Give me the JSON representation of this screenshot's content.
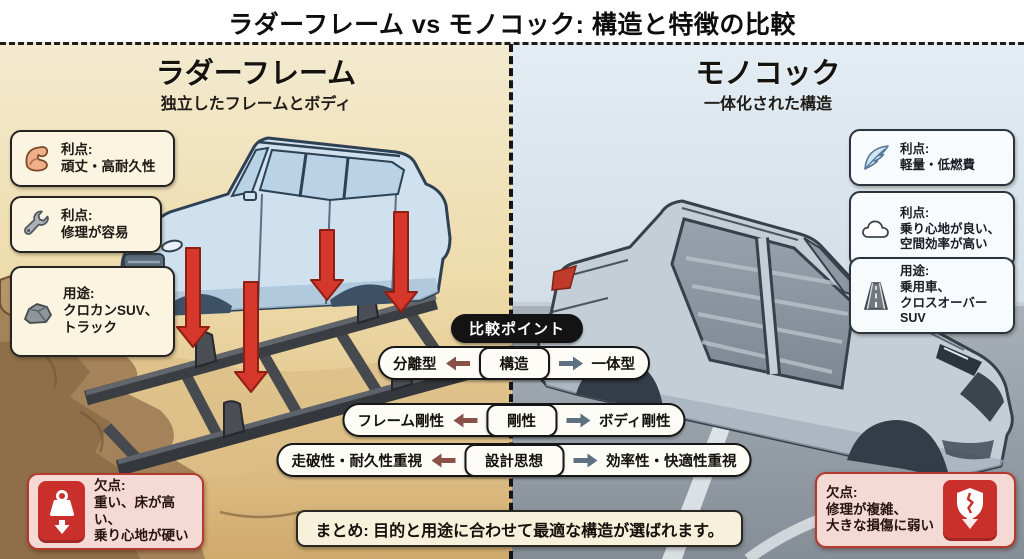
{
  "title": "ラダーフレーム vs モノコック: 構造と特徴の比較",
  "left_panel": {
    "heading": "ラダーフレーム",
    "subheading": "独立したフレームとボディ",
    "callouts": [
      {
        "icon": "muscle-icon",
        "label": "利点:",
        "text": "頑丈・高耐久性"
      },
      {
        "icon": "wrench-icon",
        "label": "利点:",
        "text": "修理が容易"
      },
      {
        "icon": "rock-icon",
        "label": "用途:",
        "text": "クロカンSUV、\nトラック"
      }
    ],
    "drawback": {
      "icon": "weight-icon",
      "label": "欠点:",
      "text": "重い、床が高い、\n乗り心地が硬い"
    }
  },
  "right_panel": {
    "heading": "モノコック",
    "subheading": "一体化された構造",
    "callouts": [
      {
        "icon": "feather-icon",
        "label": "利点:",
        "text": "軽量・低燃費"
      },
      {
        "icon": "cloud-icon",
        "label": "利点:",
        "text": "乗り心地が良い、\n空間効率が高い"
      },
      {
        "icon": "road-icon",
        "label": "用途:",
        "text": "乗用車、\nクロスオーバーSUV"
      }
    ],
    "drawback": {
      "icon": "cracked-shield-icon",
      "label": "欠点:",
      "text": "修理が複雑、\n大きな損傷に弱い"
    }
  },
  "comparison": {
    "heading": "比較ポイント",
    "rows": [
      {
        "left": "分離型",
        "center": "構造",
        "right": "一体型"
      },
      {
        "left": "フレーム剛性",
        "center": "剛性",
        "right": "ボディ剛性"
      },
      {
        "left": "走破性・耐久性重視",
        "center": "設計思想",
        "right": "効率性・快適性重視"
      }
    ]
  },
  "summary": "まとめ: 目的と用途に合わせて最適な構造が選ばれます。",
  "colors": {
    "negative_accent": "#c9302c",
    "arrow_left": "#8a5148",
    "arrow_right": "#5d7181",
    "callout_bg_left": "#fbf4e1",
    "callout_bg_right": "#f8fbfd",
    "drawback_bg": "#f5d9d4",
    "summary_bg": "#f7f0da"
  }
}
